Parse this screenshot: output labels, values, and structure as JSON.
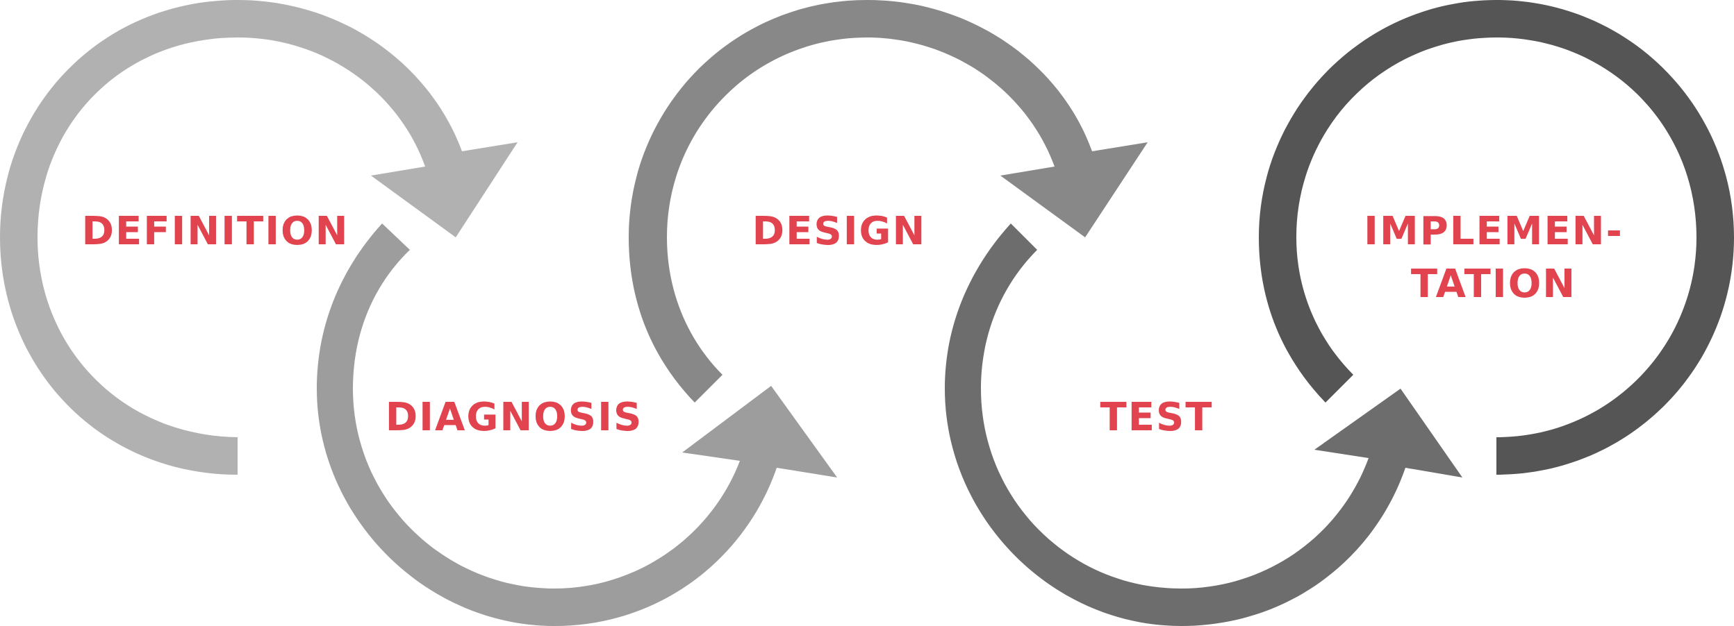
{
  "stages": [
    {
      "id": "definition",
      "label": "DEFINITION",
      "color": "#b1b1b1",
      "icon": "circular-arrow-icon"
    },
    {
      "id": "diagnosis",
      "label": "DIAGNOSIS",
      "color": "#9d9d9d",
      "icon": "circular-arrow-icon"
    },
    {
      "id": "design",
      "label": "DESIGN",
      "color": "#888888",
      "icon": "circular-arrow-icon"
    },
    {
      "id": "test",
      "label": "TEST",
      "color": "#6e6d6d",
      "icon": "circular-arrow-icon"
    },
    {
      "id": "implementation",
      "label_line1": "IMPLEMEN-",
      "label_line2": "TATION",
      "color": "#555555",
      "icon": "circular-arrow-icon"
    }
  ],
  "label_color": "#e2444f"
}
